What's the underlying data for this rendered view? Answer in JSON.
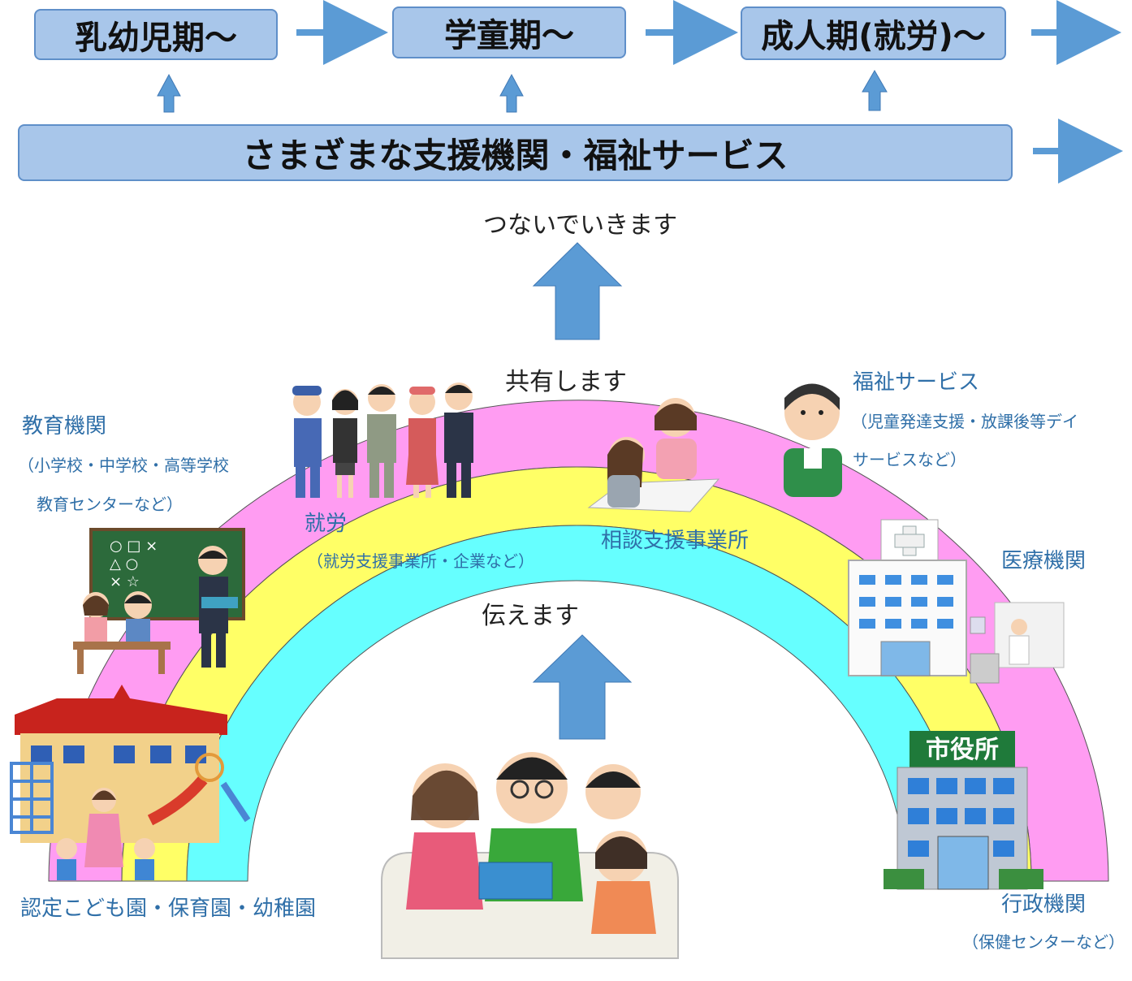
{
  "stages": [
    {
      "label": "乳幼児期～"
    },
    {
      "label": "学童期～"
    },
    {
      "label": "成人期(就労)～"
    }
  ],
  "support_box": {
    "label": "さまざまな支援機関・福祉サービス"
  },
  "connect_text": "つないでいきます",
  "share_text": "共有します",
  "convey_text": "伝えます",
  "labels": {
    "education": {
      "title": "教育機関",
      "sub1": "（小学校・中学校・高等学校",
      "sub2": "教育センターなど）"
    },
    "employment": {
      "title": "就労",
      "sub": "（就労支援事業所・企業など）"
    },
    "consultation": {
      "title": "相談支援事業所"
    },
    "welfare": {
      "title": "福祉サービス",
      "sub1": "（児童発達支援・放課後等デイ",
      "sub2": "サービスなど）"
    },
    "medical": {
      "title": "医療機関"
    },
    "nursery": {
      "title": "認定こども園・保育園・幼稚園"
    },
    "admin": {
      "title": "行政機関",
      "sub": "（保健センターなど）"
    },
    "city_hall_sign": "市役所"
  },
  "colors": {
    "arrow": "#5b9bd5",
    "box_fill": "#a8c6ea",
    "box_border": "#5f8fc9",
    "band_outer": "#ff9cf2",
    "band_middle": "#ffff66",
    "band_inner": "#66ffff",
    "label_text": "#2f6fa8"
  }
}
